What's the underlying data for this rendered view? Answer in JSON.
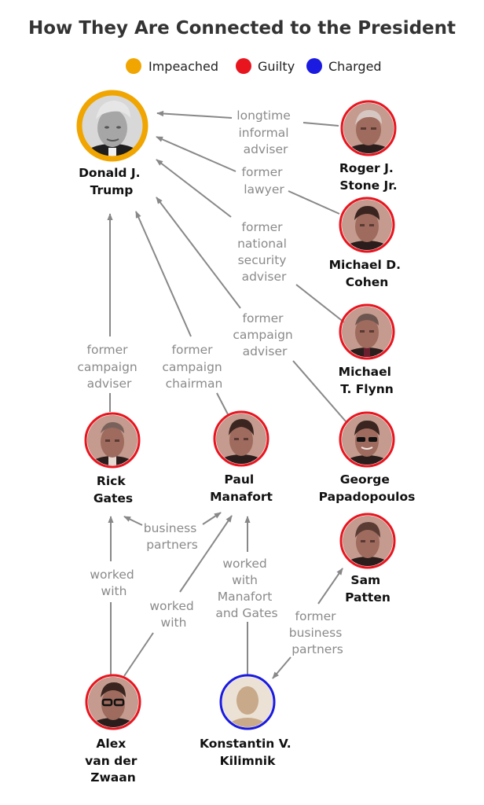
{
  "title": "How They Are Connected to the President",
  "legend": [
    {
      "label": "Impeached",
      "color": "#f0a500"
    },
    {
      "label": "Guilty",
      "color": "#e8151f"
    },
    {
      "label": "Charged",
      "color": "#1a1ae0"
    }
  ],
  "people": [
    {
      "key": "trump",
      "name": [
        "Donald J.",
        "Trump"
      ],
      "status": "impeached"
    },
    {
      "key": "stone",
      "name": [
        "Roger J.",
        "Stone Jr."
      ],
      "status": "guilty"
    },
    {
      "key": "cohen",
      "name": [
        "Michael D.",
        "Cohen"
      ],
      "status": "guilty"
    },
    {
      "key": "flynn",
      "name": [
        "Michael",
        "T. Flynn"
      ],
      "status": "guilty"
    },
    {
      "key": "papadopoulos",
      "name": [
        "George",
        "Papadopoulos"
      ],
      "status": "guilty"
    },
    {
      "key": "patten",
      "name": [
        "Sam",
        "Patten"
      ],
      "status": "guilty"
    },
    {
      "key": "gates",
      "name": [
        "Rick",
        "Gates"
      ],
      "status": "guilty"
    },
    {
      "key": "manafort",
      "name": [
        "Paul",
        "Manafort"
      ],
      "status": "guilty"
    },
    {
      "key": "vanderzwaan",
      "name": [
        "Alex",
        "van der",
        "Zwaan"
      ],
      "status": "guilty"
    },
    {
      "key": "kilimnik",
      "name": [
        "Konstantin V.",
        "Kilimnik"
      ],
      "status": "charged"
    }
  ],
  "connections": [
    {
      "from": "stone",
      "to": "trump",
      "label": [
        "longtime",
        "informal",
        "adviser"
      ]
    },
    {
      "from": "cohen",
      "to": "trump",
      "label": [
        "former",
        "lawyer"
      ]
    },
    {
      "from": "flynn",
      "to": "trump",
      "label": [
        "former",
        "national",
        "security",
        "adviser"
      ]
    },
    {
      "from": "papadopoulos",
      "to": "trump",
      "label": [
        "former",
        "campaign",
        "adviser"
      ]
    },
    {
      "from": "gates",
      "to": "trump",
      "label": [
        "former",
        "campaign",
        "adviser"
      ]
    },
    {
      "from": "manafort",
      "to": "trump",
      "label": [
        "former",
        "campaign",
        "chairman"
      ]
    },
    {
      "from": "gates",
      "to": "manafort",
      "label": [
        "business",
        "partners"
      ]
    },
    {
      "from": "vanderzwaan",
      "to": "gates",
      "label": [
        "worked",
        "with"
      ]
    },
    {
      "from": "vanderzwaan",
      "to": "manafort",
      "label": [
        "worked",
        "with"
      ]
    },
    {
      "from": "kilimnik",
      "to": "manafort",
      "label": [
        "worked",
        "with",
        "Manafort",
        "and Gates"
      ]
    },
    {
      "from": "kilimnik",
      "to": "patten",
      "label": [
        "former",
        "business",
        "partners"
      ]
    }
  ]
}
